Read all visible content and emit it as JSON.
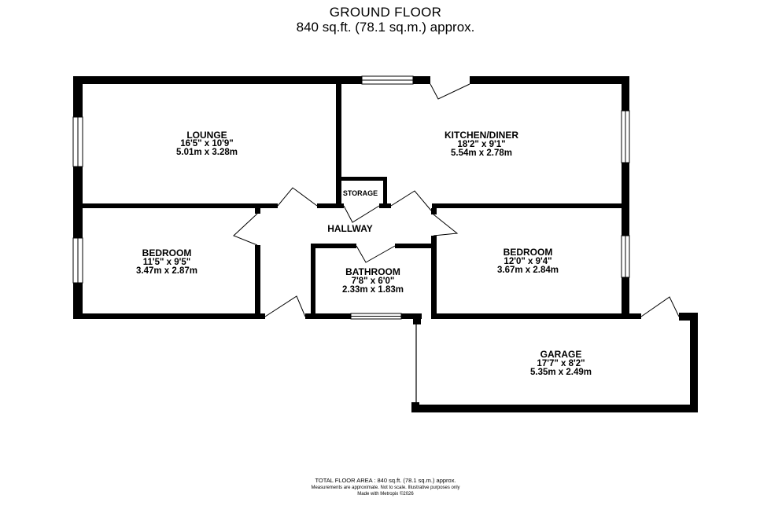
{
  "title": "GROUND FLOOR",
  "subtitle": "840 sq.ft. (78.1 sq.m.) approx.",
  "rooms": {
    "lounge": {
      "name": "LOUNGE",
      "imperial": "16'5\" x 10'9\"",
      "metric": "5.01m x 3.28m"
    },
    "kitchen": {
      "name": "KITCHEN/DINER",
      "imperial": "18'2\" x 9'1\"",
      "metric": "5.54m x 2.78m"
    },
    "storage": {
      "name": "STORAGE"
    },
    "hallway": {
      "name": "HALLWAY"
    },
    "bedroom1": {
      "name": "BEDROOM",
      "imperial": "11'5\" x 9'5\"",
      "metric": "3.47m x 2.87m"
    },
    "bathroom": {
      "name": "BATHROOM",
      "imperial": "7'8\" x 6'0\"",
      "metric": "2.33m x 1.83m"
    },
    "bedroom2": {
      "name": "BEDROOM",
      "imperial": "12'0\" x 9'4\"",
      "metric": "3.67m x 2.84m"
    },
    "garage": {
      "name": "GARAGE",
      "imperial": "17'7\" x 8'2\"",
      "metric": "5.35m x 2.49m"
    }
  },
  "footer": {
    "total": "TOTAL FLOOR AREA : 840 sq.ft. (78.1 sq.m.) approx.",
    "disclaimer": "Measurements are approximate.  Not to scale.  Illustrative purposes only",
    "credit": "Made with Metropix ©2026"
  },
  "colors": {
    "wall": "#000000",
    "background": "#ffffff"
  }
}
